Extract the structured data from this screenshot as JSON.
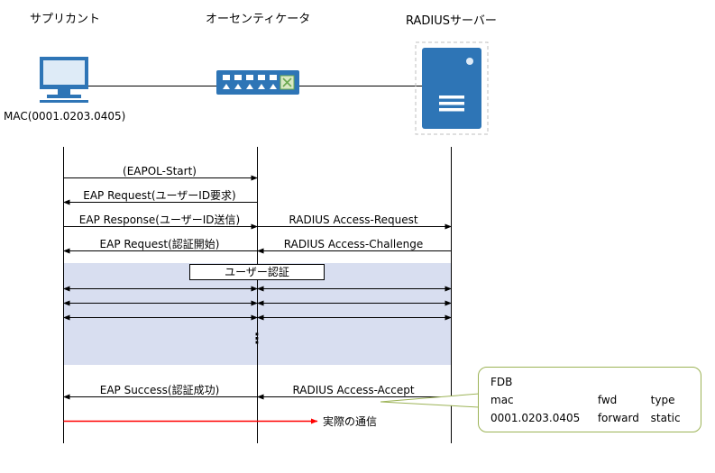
{
  "actors": [
    {
      "label": "サプリカント",
      "icon": "computer-icon"
    },
    {
      "label": "オーセンティケータ",
      "icon": "switch-icon"
    },
    {
      "label": "RADIUSサーバー",
      "icon": "server-icon"
    }
  ],
  "supplicant_mac": "MAC(0001.0203.0405)",
  "messages": {
    "eapol_start": "(EAPOL-Start)",
    "eap_request_id": "EAP Request(ユーザーID要求)",
    "eap_response_id": "EAP Response(ユーザーID送信)",
    "radius_access_request": "RADIUS Access-Request",
    "eap_request_auth": "EAP Request(認証開始)",
    "radius_access_challenge": "RADIUS Access-Challenge",
    "user_auth_label": "ユーザー認証",
    "ellipsis": "⋮",
    "eap_success": "EAP Success(認証成功)",
    "radius_access_accept": "RADIUS Access-Accept",
    "actual_comm": "実際の通信"
  },
  "callout": {
    "title": "FDB",
    "headers": [
      "mac",
      "fwd",
      "type"
    ],
    "row": [
      "0001.0203.0405",
      "forward",
      "static"
    ]
  },
  "colors": {
    "device_blue": "#2E75B6",
    "screen_light": "#DEEBF7",
    "auth_band": "#D8DEF0",
    "callout_border": "#9CB356",
    "actual_comm_red": "#FF0000",
    "switch_x_green": "#6AA84F"
  }
}
